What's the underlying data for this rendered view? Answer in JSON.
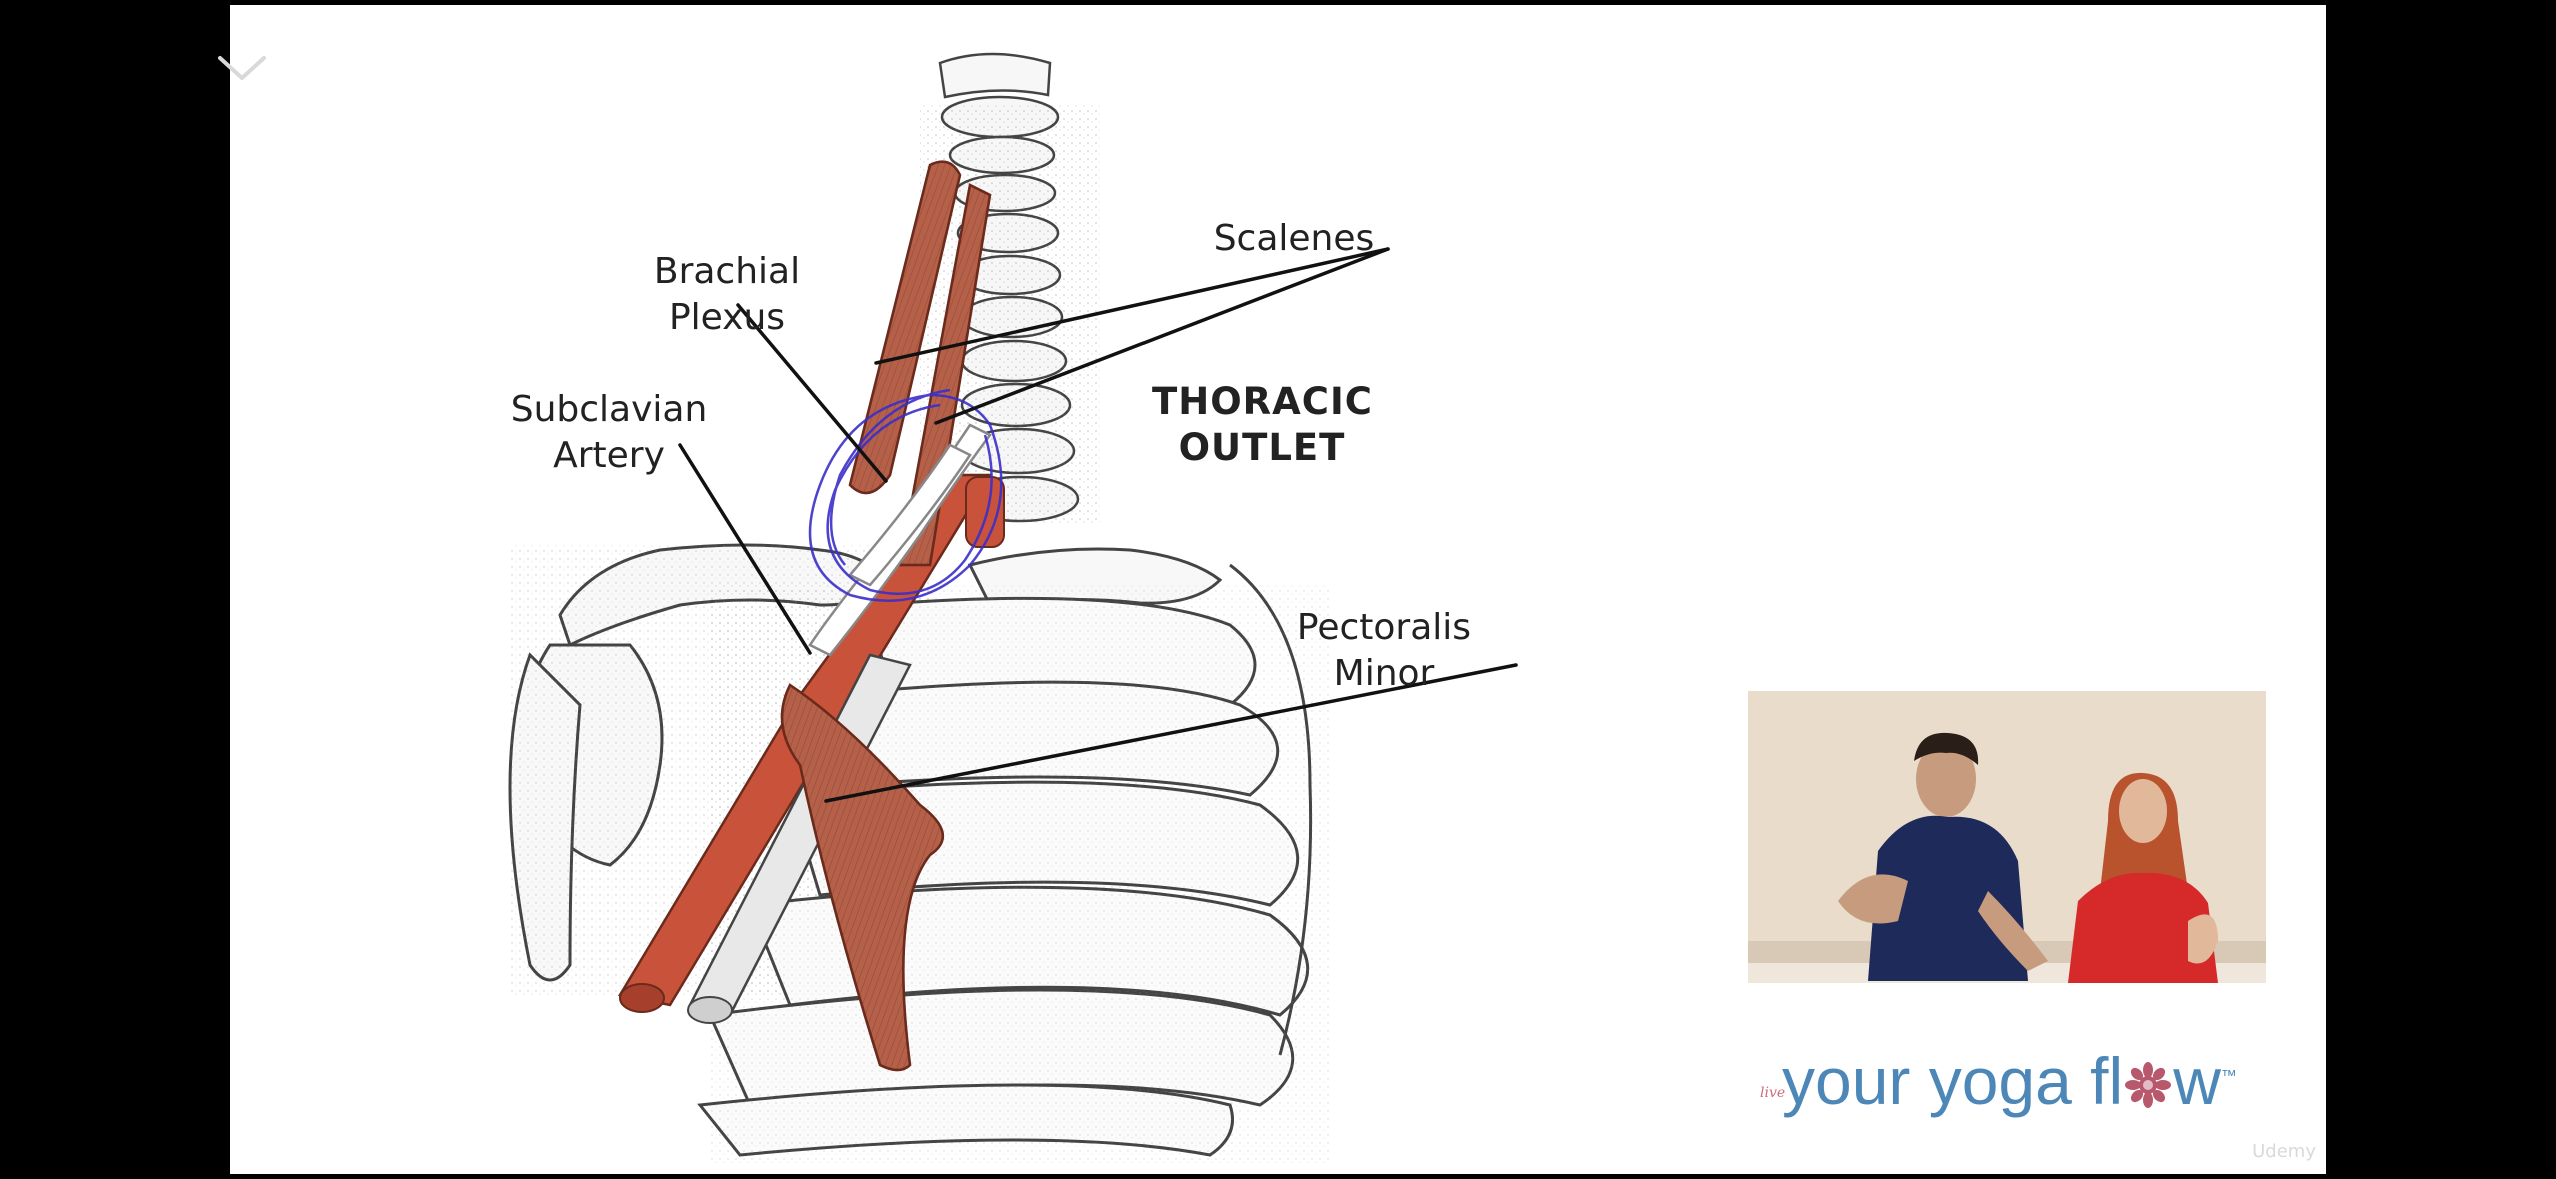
{
  "slide": {
    "labels": {
      "brachial_plexus": [
        "Brachial",
        "Plexus"
      ],
      "subclavian_artery": [
        "Subclavian",
        "Artery"
      ],
      "scalenes": "Scalenes",
      "thoracic_outlet": [
        "THORACIC",
        "OUTLET"
      ],
      "pectoralis_minor": [
        "Pectoralis",
        "Minor"
      ]
    },
    "brand": {
      "prefix": "live",
      "text_before": "your yoga fl",
      "text_after": "w",
      "trademark": "™"
    },
    "watermark": "Udemy"
  },
  "colors": {
    "muscle": "#b5614a",
    "muscle_dark": "#7a3526",
    "artery": "#c9533a",
    "bone_stroke": "#555555",
    "annotation_circle": "#3b2fc9",
    "brand": "#4d87b8",
    "mandala": "#b0475e"
  },
  "icons": {
    "collapse": "chevron-down-icon",
    "brand_mark": "mandala-icon"
  }
}
